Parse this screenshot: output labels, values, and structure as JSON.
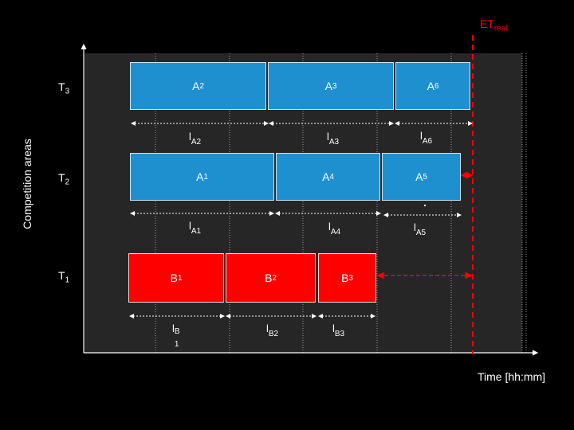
{
  "diagram": {
    "y_axis_label": "Competition areas",
    "x_axis_label": "Time [hh:mm]",
    "et_label": {
      "main": "ET",
      "sub": "real"
    },
    "rows": [
      {
        "id": "T3",
        "main": "T",
        "sub": "3"
      },
      {
        "id": "T2",
        "main": "T",
        "sub": "2"
      },
      {
        "id": "T1",
        "main": "T",
        "sub": "1"
      }
    ],
    "blocks": [
      {
        "id": "A2",
        "row": "T3",
        "main": "A",
        "sub": "2",
        "duration_main": "l",
        "duration_sub": "A2",
        "color": "#1e90d0"
      },
      {
        "id": "A3",
        "row": "T3",
        "main": "A",
        "sub": "3",
        "duration_main": "l",
        "duration_sub": "A3",
        "color": "#1e90d0"
      },
      {
        "id": "A6",
        "row": "T3",
        "main": "A",
        "sub": "6",
        "duration_main": "l",
        "duration_sub": "A6",
        "color": "#1e90d0"
      },
      {
        "id": "A1",
        "row": "T2",
        "main": "A",
        "sub": "1",
        "duration_main": "l",
        "duration_sub": "A1",
        "color": "#1e90d0"
      },
      {
        "id": "A4",
        "row": "T2",
        "main": "A",
        "sub": "4",
        "duration_main": "l",
        "duration_sub": "A4",
        "color": "#1e90d0"
      },
      {
        "id": "A5",
        "row": "T2",
        "main": "A",
        "sub": "5",
        "duration_main": "l",
        "duration_sub": "A5",
        "color": "#1e90d0"
      },
      {
        "id": "B1",
        "row": "T1",
        "main": "B",
        "sub": "1",
        "duration_main": "l",
        "duration_sub": "B\n1",
        "color": "#ff0000"
      },
      {
        "id": "B2",
        "row": "T1",
        "main": "B",
        "sub": "2",
        "duration_main": "l",
        "duration_sub": "B2",
        "color": "#ff0000"
      },
      {
        "id": "B3",
        "row": "T1",
        "main": "B",
        "sub": "3",
        "duration_main": "l",
        "duration_sub": "B3",
        "color": "#ff0000"
      }
    ],
    "colors": {
      "background": "#000000",
      "plot_area": "#262626",
      "blue_block": "#1e90d0",
      "red_block": "#ff0000",
      "et_line": "#ff0000",
      "text": "#ffffff"
    }
  }
}
